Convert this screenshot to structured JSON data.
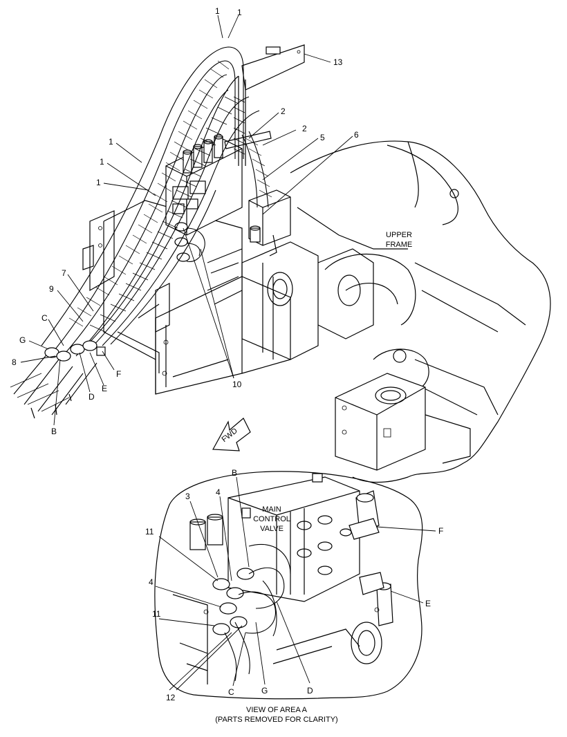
{
  "labels": {
    "upper_frame_line1": "UPPER",
    "upper_frame_line2": "FRAME",
    "fwd": "FWD",
    "main_control_valve_line1": "MAIN",
    "main_control_valve_line2": "CONTROL",
    "main_control_valve_line3": "VALVE",
    "view_caption_line1": "VIEW OF AREA A",
    "view_caption_line2": "(PARTS REMOVED FOR CLARITY)"
  },
  "callouts": {
    "top_1a": "1",
    "top_1b": "1",
    "c13": "13",
    "c2a": "2",
    "c2b": "2",
    "c5": "5",
    "c6": "6",
    "left_1a": "1",
    "left_1b": "1",
    "left_1c": "1",
    "c7": "7",
    "c9": "9",
    "cC": "C",
    "cG": "G",
    "c8": "8",
    "cB": "B",
    "cD": "D",
    "cE": "E",
    "cF": "F",
    "c10": "10",
    "v_B": "B",
    "v_3": "3",
    "v_4a": "4",
    "v_11a": "11",
    "v_4b": "4",
    "v_11b": "11",
    "v_12": "12",
    "v_C": "C",
    "v_G": "G",
    "v_D": "D",
    "v_F": "F",
    "v_E": "E"
  }
}
